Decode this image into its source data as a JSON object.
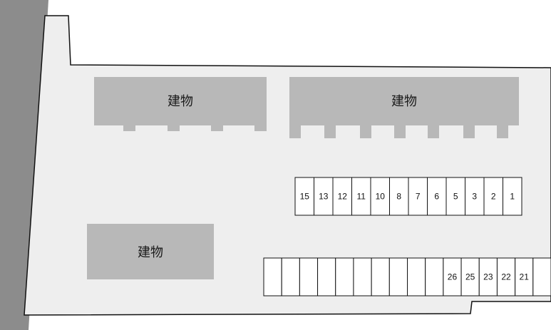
{
  "colors": {
    "road": "#8c8c8c",
    "lot": "#eeeeee",
    "building": "#b8b8b8",
    "outline": "#111111",
    "slot": "#ffffff"
  },
  "buildings": [
    {
      "id": "top-left",
      "label": "建物"
    },
    {
      "id": "top-right",
      "label": "建物"
    },
    {
      "id": "bottom-left",
      "label": "建物"
    }
  ],
  "parking_rows": [
    {
      "id": "upper",
      "slots": [
        "15",
        "13",
        "12",
        "11",
        "10",
        "8",
        "7",
        "6",
        "5",
        "3",
        "2",
        "1"
      ]
    },
    {
      "id": "lower",
      "slots": [
        "",
        "",
        "",
        "",
        "",
        "",
        "",
        "",
        "",
        "",
        "26",
        "25",
        "23",
        "22",
        "21",
        ""
      ]
    }
  ]
}
